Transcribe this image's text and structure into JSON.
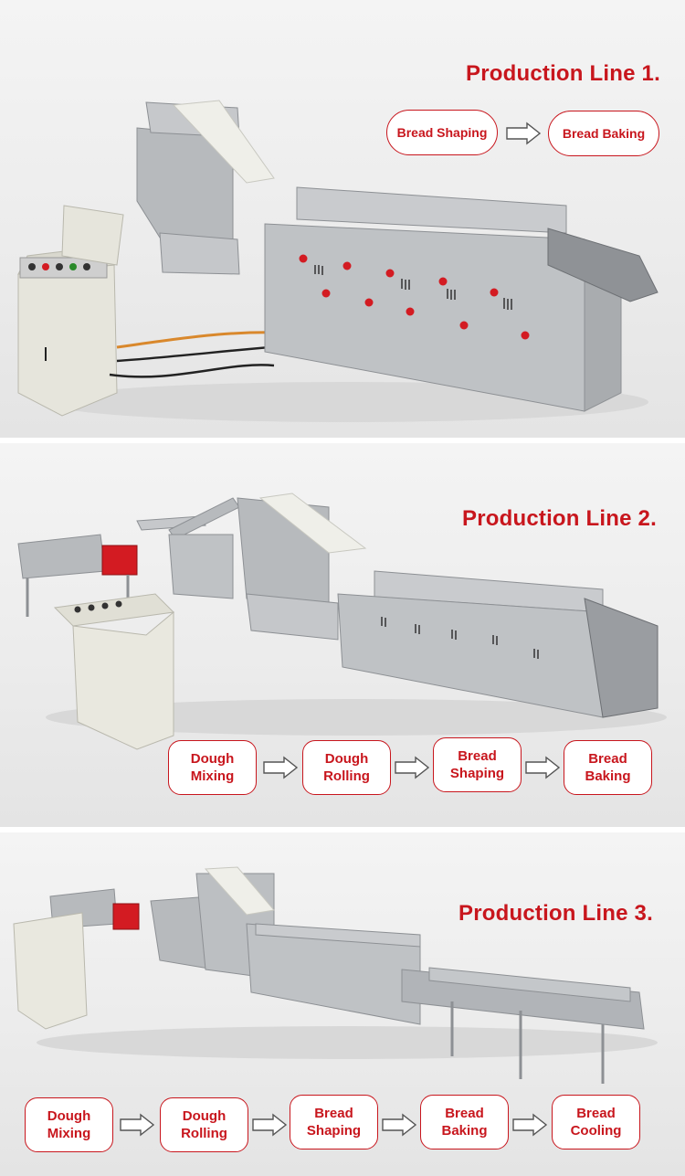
{
  "colors": {
    "accent": "#c8161d",
    "steel": "#b9bcc0",
    "cabinet": "#e9e8df",
    "red_parts": "#d31b22"
  },
  "line1": {
    "title": "Production Line 1.",
    "steps": [
      "Bread Shaping",
      "Bread Baking"
    ],
    "arrow_icon": "arrow-right-icon"
  },
  "line2": {
    "title": "Production Line 2.",
    "steps": [
      "Dough\nMixing",
      "Dough\nRolling",
      "Bread\nShaping",
      "Bread\nBaking"
    ],
    "arrow_icon": "arrow-right-icon"
  },
  "line3": {
    "title": "Production Line 3.",
    "steps": [
      "Dough\nMixing",
      "Dough\nRolling",
      "Bread\nShaping",
      "Bread\nBaking",
      "Bread\nCooling"
    ],
    "arrow_icon": "arrow-right-icon"
  }
}
